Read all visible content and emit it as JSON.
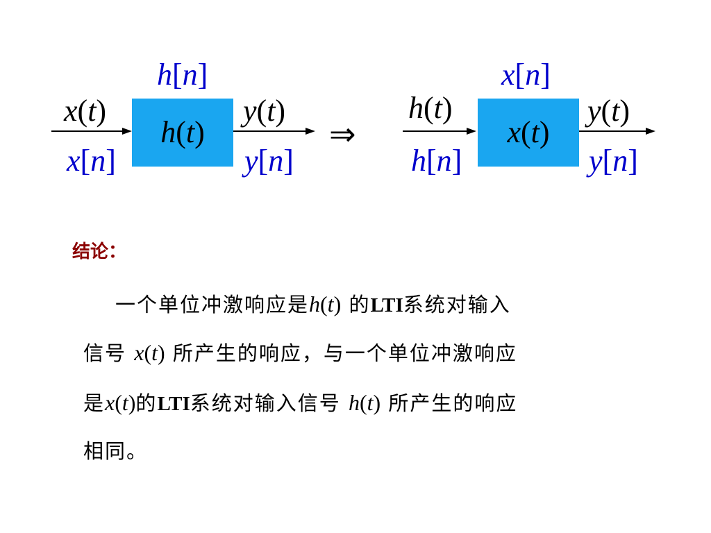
{
  "colors": {
    "box_fill": "#1aa6f0",
    "blue_text": "#0000cc",
    "black_text": "#000000",
    "title_red": "#8b0000"
  },
  "diagram": {
    "left": {
      "top_label": [
        "h",
        "[",
        "n",
        "]"
      ],
      "in_top": [
        "x",
        "(",
        "t",
        ")"
      ],
      "in_bottom": [
        "x",
        "[",
        "n",
        "]"
      ],
      "box": [
        "h",
        "(",
        "t",
        ")"
      ],
      "out_top": [
        "y",
        "(",
        "t",
        ")"
      ],
      "out_bottom": [
        "y",
        "[",
        "n",
        "]"
      ]
    },
    "implies": "⇒",
    "right": {
      "top_label": [
        "x",
        "[",
        "n",
        "]"
      ],
      "in_top": [
        "h",
        "(",
        "t",
        ")"
      ],
      "in_bottom": [
        "h",
        "[",
        "n",
        "]"
      ],
      "box": [
        "x",
        "(",
        "t",
        ")"
      ],
      "out_top": [
        "y",
        "(",
        "t",
        ")"
      ],
      "out_bottom": [
        "y",
        "[",
        "n",
        "]"
      ]
    }
  },
  "conclusion": {
    "title": "结论：",
    "line1_a": "一个单位冲激响应是",
    "line1_b": "的",
    "line1_lti": "LTI",
    "line1_c": "系统对输入",
    "line2_a": "信号",
    "line2_b": "所产生的响应，与一个单位冲激响应",
    "line3_a": "是",
    "line3_b": "的",
    "line3_lti": "LTI",
    "line3_c": "系统对输入信号",
    "line3_d": "所产生的响应",
    "line4": "相同。",
    "ht": [
      "h",
      "(",
      "t",
      ")"
    ],
    "xt": [
      "x",
      "(",
      "t",
      ")"
    ]
  }
}
